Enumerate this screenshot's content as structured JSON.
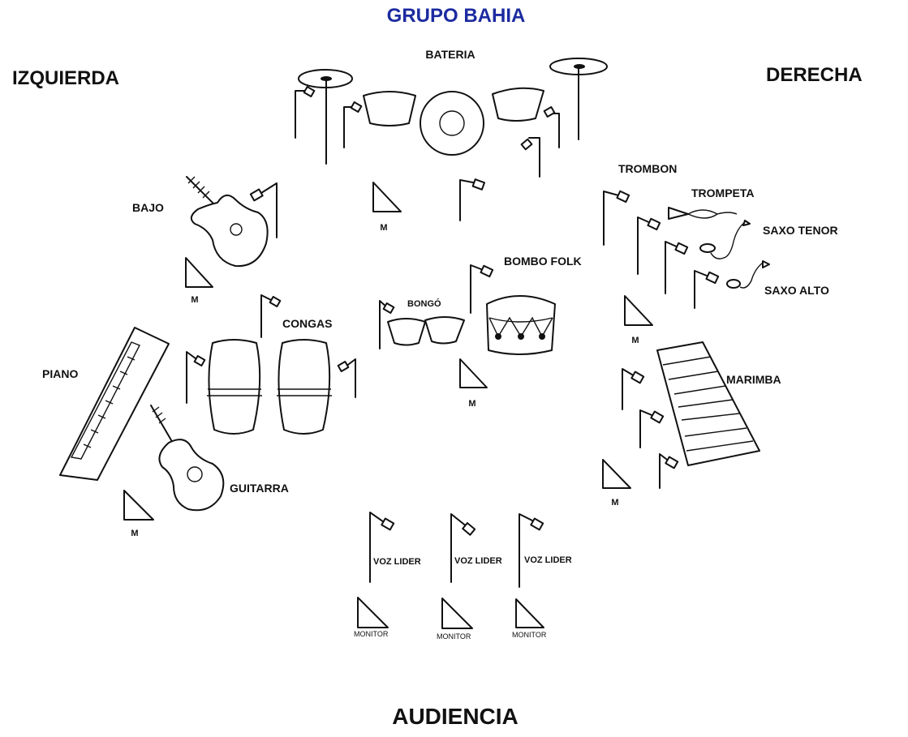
{
  "title": "GRUPO BAHIA",
  "left_side": "IZQUIERDA",
  "right_side": "DERECHA",
  "audience": "AUDIENCIA",
  "instruments": {
    "bateria": "BATERIA",
    "bajo": "BAJO",
    "congas": "CONGAS",
    "bongo": "BONGÓ",
    "bombo_folk": "BOMBO FOLK",
    "piano": "PIANO",
    "guitarra": "GUITARRA",
    "trombon": "TROMBON",
    "trompeta": "TROMPETA",
    "saxo_tenor": "SAXO TENOR",
    "saxo_alto": "SAXO ALTO",
    "marimba": "MARIMBA"
  },
  "vocals": [
    "VOZ LIDER",
    "VOZ LIDER",
    "VOZ LIDER"
  ],
  "monitor_marker": "M",
  "monitor_label": "MONITOR"
}
